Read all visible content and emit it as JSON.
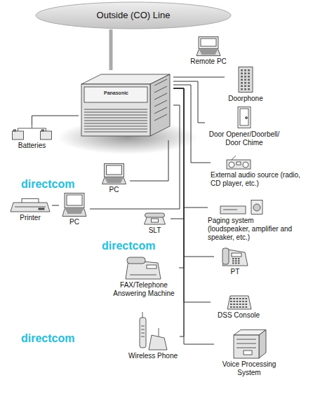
{
  "diagram": {
    "nodes": [
      {
        "text": [
          "Outside (CO) Line"
        ]
      },
      {
        "text": [
          "Panasonic"
        ]
      },
      {
        "text": [
          "Remote PC"
        ]
      },
      {
        "text": [
          "Doorphone"
        ]
      },
      {
        "text": [
          "Door Opener/Doorbell/ Door Chime"
        ]
      },
      {
        "text": [
          "Batteries"
        ]
      },
      {
        "text": [
          "External audio source (radio, CD player, etc.)"
        ]
      },
      {
        "text": [
          "PC"
        ]
      },
      {
        "text": [
          "Printer"
        ]
      },
      {
        "text": [
          "PC"
        ]
      },
      {
        "text": [
          "Paging system (loudspeaker, amplifier and speaker, etc.)"
        ]
      },
      {
        "text": [
          "SLT"
        ]
      },
      {
        "text": [
          "PT"
        ]
      },
      {
        "text": [
          "FAX/Telephone Answering Machine"
        ]
      },
      {
        "text": [
          "DSS Console"
        ]
      },
      {
        "text": [
          "Wireless Phone"
        ]
      },
      {
        "text": [
          "Voice Processing System"
        ]
      }
    ],
    "edges": [
      {
        "from": 0,
        "to": 1,
        "arrow": "none"
      },
      {
        "from": 1,
        "to": 3,
        "arrow": "none"
      },
      {
        "from": 1,
        "to": 4,
        "arrow": "none"
      },
      {
        "from": 1,
        "to": 5,
        "arrow": "none"
      },
      {
        "from": 1,
        "to": 6,
        "arrow": "none"
      },
      {
        "from": 1,
        "to": 7,
        "arrow": "none"
      },
      {
        "from": 8,
        "to": 9,
        "arrow": "none"
      },
      {
        "from": 1,
        "to": 9,
        "arrow": "none"
      },
      {
        "from": 1,
        "to": 10,
        "arrow": "none"
      },
      {
        "from": 1,
        "to": 11,
        "arrow": "none"
      },
      {
        "from": 1,
        "to": 12,
        "arrow": "none"
      },
      {
        "from": 1,
        "to": 13,
        "arrow": "none"
      },
      {
        "from": 1,
        "to": 14,
        "arrow": "none"
      },
      {
        "from": 1,
        "to": 15,
        "arrow": "none"
      },
      {
        "from": 1,
        "to": 16,
        "arrow": "none"
      }
    ],
    "labels": [
      "directcom",
      "directcom",
      "directcom"
    ]
  }
}
